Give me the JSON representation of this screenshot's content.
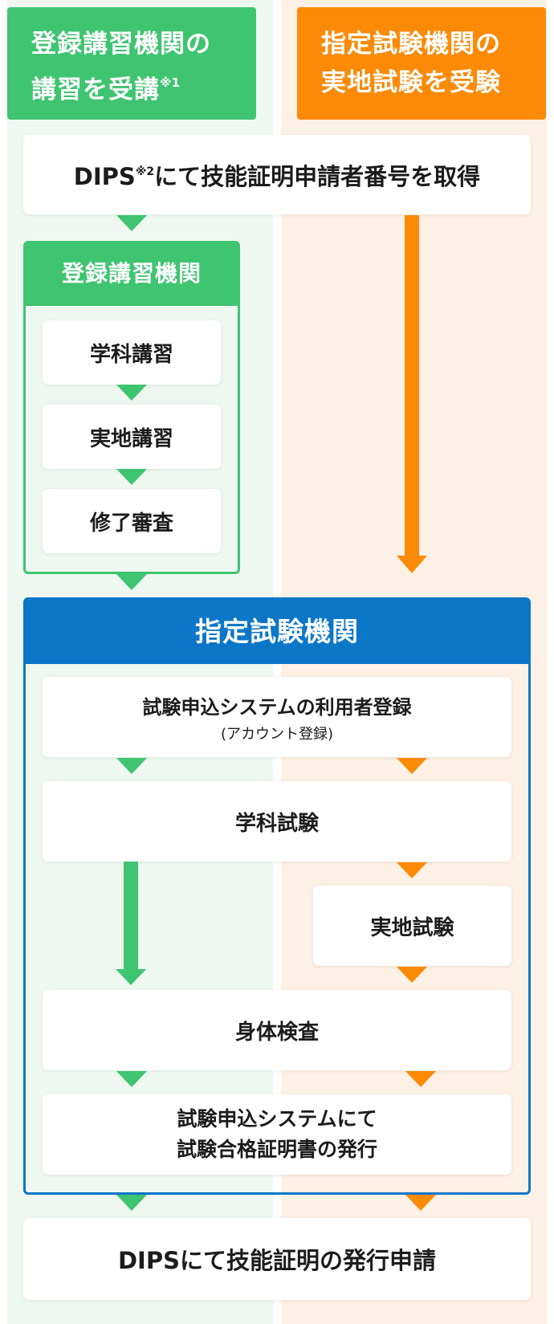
{
  "columns": {
    "left_header": {
      "line1": "登録講習機関の",
      "line2": "講習を受講",
      "note": "※1"
    },
    "right_header": {
      "line1": "指定試験機関の",
      "line2": "実地試験を受験"
    }
  },
  "step_dips": {
    "pre": "DIPS",
    "note": "※2",
    "post": "にて技能証明申請者番号を取得"
  },
  "training_org": {
    "title": "登録講習機関",
    "steps": [
      "学科講習",
      "実地講習",
      "修了審査"
    ]
  },
  "exam_org": {
    "title": "指定試験機関",
    "registration": {
      "main": "試験申込システムの利用者登録",
      "sub": "(アカウント登録)"
    },
    "written_exam": "学科試験",
    "practical_exam": "実地試験",
    "physical_check": "身体検査",
    "certificate": {
      "line1": "試験申込システムにて",
      "line2": "試験合格証明書の発行"
    }
  },
  "final_step": "DIPSにて技能証明の発行申請",
  "colors": {
    "green": "#3fc471",
    "orange": "#fb8a07",
    "blue": "#0c77c8",
    "green_bg": "#eef8f1",
    "orange_bg": "#fdf0e4"
  }
}
